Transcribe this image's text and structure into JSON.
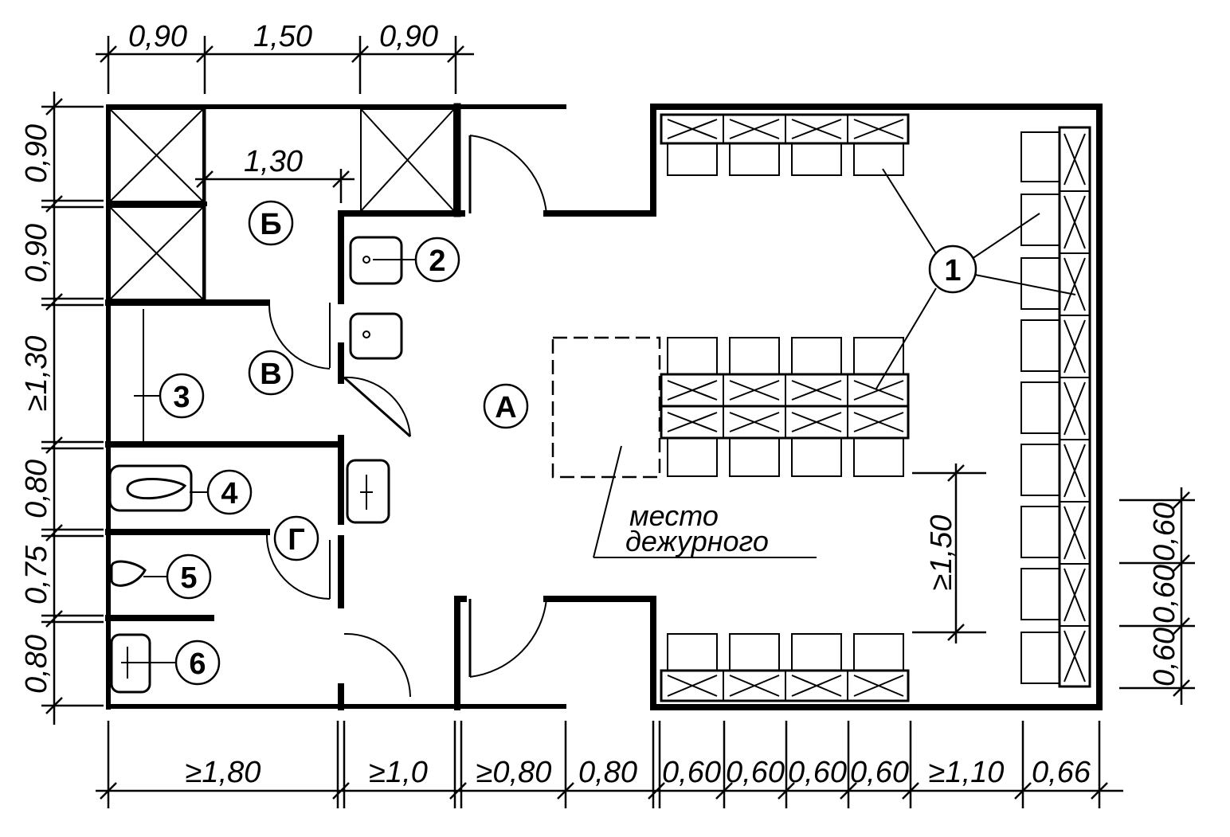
{
  "plan": {
    "room_labels": {
      "a": "А",
      "b": "Б",
      "v": "В",
      "g": "Г"
    },
    "callouts": {
      "c1": "1",
      "c2": "2",
      "c3": "3",
      "c4": "4",
      "c5": "5",
      "c6": "6"
    },
    "duty_place_line1": "место",
    "duty_place_line2": "дежурного",
    "top_dims": [
      "0,90",
      "1,50",
      "0,90"
    ],
    "inner_dim": "1,30",
    "left_dims": [
      "0,90",
      "0,90",
      "≥1,30",
      "0,80",
      "0,75",
      "0,80"
    ],
    "bottom_dims": [
      "≥1,80",
      "≥1,0",
      "≥0,80",
      "0,80",
      "0,60",
      "0,60",
      "0,60",
      "0,60",
      "≥1,10",
      "0,66"
    ],
    "right_dims": [
      "0,60",
      "0,60",
      "0,60"
    ],
    "bench_gap_dim": "≥1,50"
  }
}
